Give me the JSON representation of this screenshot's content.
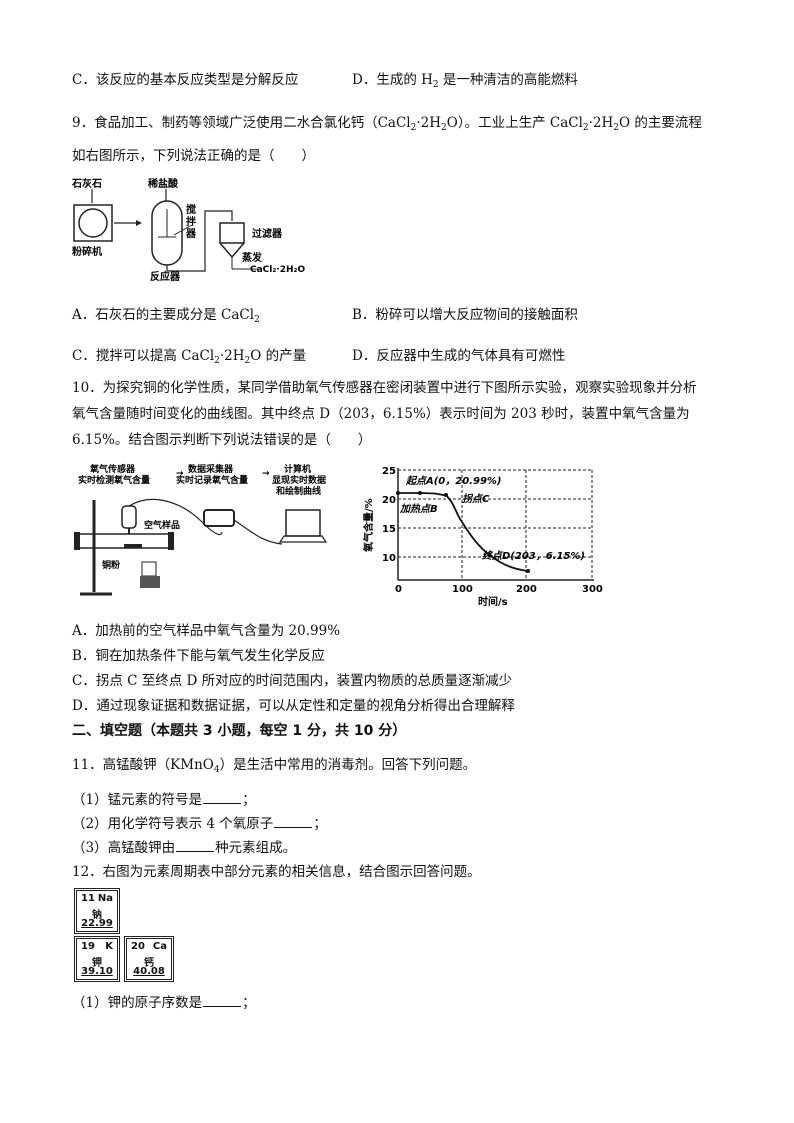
{
  "q8": {
    "option_c": "C．该反应的基本反应类型是分解反应",
    "option_d_pre": "D．生成的 H",
    "option_d_sub": "2",
    "option_d_post": " 是一种清洁的高能燃料"
  },
  "q9": {
    "stem_line1_a": "9．食品加工、制药等领域广泛使用二水合氯化钙（CaCl",
    "stem_line1_b": "·2H",
    "stem_line1_c": "O）。工业上生产 CaCl",
    "stem_line1_d": "·2H",
    "stem_line1_e": "O 的主要流程",
    "stem_line2": "如右图所示，下列说法正确的是（　　）",
    "figure": {
      "limestone": "石灰石",
      "dilute_hcl": "稀盐酸",
      "crusher": "粉碎机",
      "stirrer": "搅拌器",
      "reactor": "反应器",
      "filter": "过滤器",
      "evaporate": "蒸发",
      "product": "CaCl₂·2H₂O"
    },
    "option_a_pre": "A．石灰石的主要成分是 CaCl",
    "option_b": "B．粉碎可以增大反应物间的接触面积",
    "option_c_pre": "C．搅拌可以提高 CaCl",
    "option_c_mid": "·2H",
    "option_c_post": "O 的产量",
    "option_d": "D．反应器中生成的气体具有可燃性",
    "sub2": "2"
  },
  "q10": {
    "stem_line1": "10．为探究铜的化学性质，某同学借助氧气传感器在密闭装置中进行下图所示实验，观察实验现象并分析",
    "stem_line2": "氧气含量随时间变化的曲线图。其中终点 D（203，6.15%）表示时间为 203 秒时，装置中氧气含量为",
    "stem_line3": "6.15%。结合图示判断下列说法错误的是（　　）",
    "apparatus": {
      "sensor_label_1": "氧气传感器",
      "sensor_label_2": "实时检测氧气含量",
      "collector_label_1": "数据采集器",
      "collector_label_2": "实时记录氧气含量",
      "computer_label_1": "计算机",
      "computer_label_2": "显现实时数据",
      "computer_label_3": "和绘制曲线",
      "air_sample": "空气样品",
      "copper_powder": "铜粉"
    },
    "option_a": "A．加热前的空气样品中氧气含量为 20.99%",
    "option_b": "B．铜在加热条件下能与氧气发生化学反应",
    "option_c": "C．拐点 C 至终点 D 所对应的时间范围内，装置内物质的总质量逐渐减少",
    "option_d": "D．通过现象证据和数据证据，可以从定性和定量的视角分析得出合理解释"
  },
  "chart_data": {
    "type": "line",
    "title": "",
    "xlabel": "时间/s",
    "ylabel": "氧气含量/%",
    "xlim": [
      0,
      300
    ],
    "ylim": [
      6,
      25
    ],
    "xticks": [
      "0",
      "100",
      "200",
      "300"
    ],
    "yticks": [
      "10",
      "15",
      "20",
      "25"
    ],
    "grid": true,
    "x": [
      0,
      35,
      60,
      75,
      90,
      100,
      120,
      140,
      160,
      180,
      203
    ],
    "values": [
      20.99,
      20.99,
      20.9,
      20.5,
      18.5,
      15.5,
      11.5,
      8.8,
      7.3,
      6.5,
      6.15
    ],
    "annotations": [
      {
        "label": "起点A(0，20.99%)",
        "x": 0,
        "y": 20.99
      },
      {
        "label": "加热点B",
        "x": 35,
        "y": 20.99
      },
      {
        "label": "拐点C",
        "x": 75,
        "y": 20.5
      },
      {
        "label": "终点D(203，6.15%)",
        "x": 203,
        "y": 6.15
      }
    ]
  },
  "section2": {
    "title": "二、填空题（本题共 3 小题，每空 1 分，共 10 分）"
  },
  "q11": {
    "stem_pre": "11．高锰酸钾（KMnO",
    "stem_sub": "4",
    "stem_post": "）是生活中常用的消毒剂。回答下列问题。",
    "p1_pre": "（1）锰元素的符号是",
    "p1_post": "；",
    "p2_pre": "（2）用化学符号表示 4 个氧原子",
    "p2_post": "；",
    "p3_pre": "（3）高锰酸钾由",
    "p3_post": "种元素组成。"
  },
  "q12": {
    "stem": "12．右图为元素周期表中部分元素的相关信息，结合图示回答问题。",
    "elements": [
      {
        "number": "11",
        "symbol": "Na",
        "name": "钠",
        "mass": "22.99"
      },
      {
        "number": "19",
        "symbol": "K",
        "name": "钾",
        "mass": "39.10"
      },
      {
        "number": "20",
        "symbol": "Ca",
        "name": "钙",
        "mass": "40.08"
      }
    ],
    "p1_pre": "（1）钾的原子序数是",
    "p1_post": "；"
  }
}
